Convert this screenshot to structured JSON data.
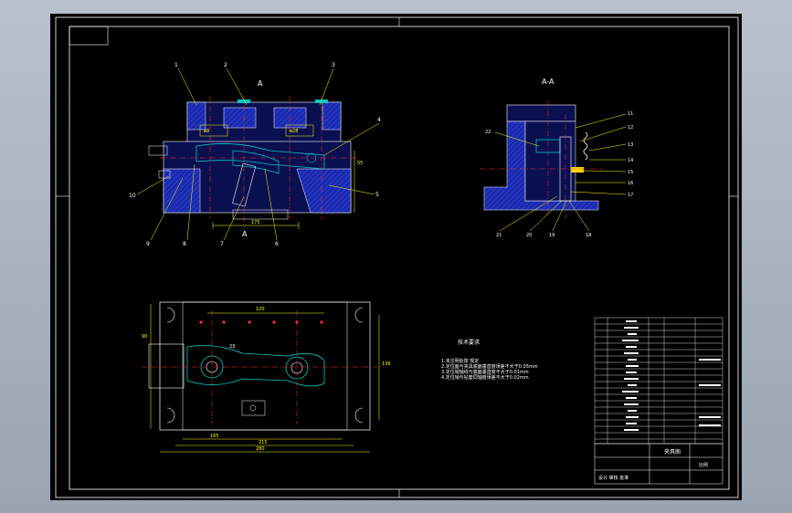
{
  "drawing": {
    "view_a_marker": "A",
    "view_a_marker_bottom": "A",
    "section_title": "A-A",
    "tech_title": "技术要求",
    "tech_notes": [
      "1.未注明处按 规定",
      "2.定位面与夹具底面垂直度误差不大于0.05mm",
      "3.定位销轴线与底面垂直度不大于0.01mm",
      "4.定位销与钻套同轴度误差不大于0.02mm"
    ],
    "front_balloons": [
      "1",
      "2",
      "3",
      "4",
      "5",
      "10",
      "9",
      "8",
      "7",
      "6"
    ],
    "section_balloons": [
      "11",
      "12",
      "13",
      "14",
      "15",
      "16",
      "17",
      "22",
      "21",
      "20",
      "19",
      "18"
    ],
    "plan_balloon": "23",
    "dims": {
      "front_bottom": "175",
      "front_top_a": "ø8",
      "front_top_b": "ø28",
      "front_right": "55",
      "plan_top": "120",
      "plan_bot_1": "165",
      "plan_bot_2": "215",
      "plan_bot_3": "280",
      "plan_left": "90",
      "plan_right": "136"
    },
    "title_block": {
      "name": "夹具图",
      "label": "比例",
      "footer": "设计 审核 批准"
    }
  },
  "colors": {
    "frame": "#ffffff",
    "part": "#2233cc",
    "fixture": "#00c8c8",
    "dimension": "#ffff00",
    "center": "#ff3030",
    "leader": "#ffff00"
  }
}
